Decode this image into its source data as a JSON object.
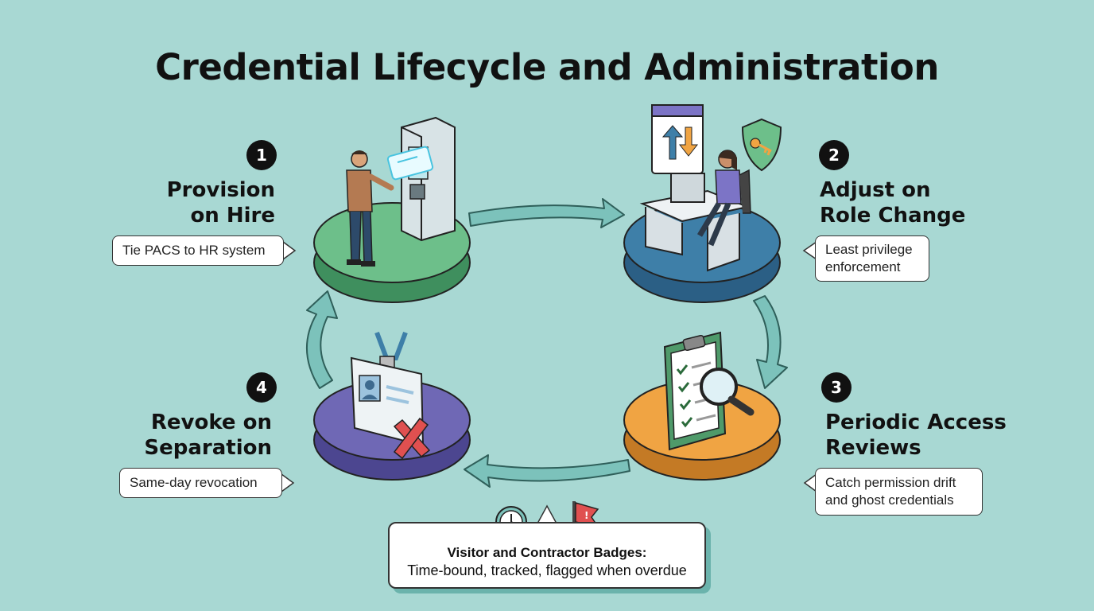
{
  "title": "Credential Lifecycle and Administration",
  "steps": [
    {
      "number": "1",
      "line1": "Provision",
      "line2": "on Hire",
      "callout": "Tie PACS to HR system",
      "color": "#6dbf8a"
    },
    {
      "number": "2",
      "line1": "Adjust on",
      "line2": "Role Change",
      "callout1": "Least privilege",
      "callout2": "enforcement",
      "color": "#3e7fa8"
    },
    {
      "number": "3",
      "line1": "Periodic Access",
      "line2": "Reviews",
      "callout1": "Catch permission drift",
      "callout2": "and ghost credentials",
      "color": "#f0a443"
    },
    {
      "number": "4",
      "line1": "Revoke on",
      "line2": "Separation",
      "callout": "Same-day revocation",
      "color": "#6f68b5"
    }
  ],
  "note": {
    "heading": "Visitor and Contractor Badges:",
    "body": "Time-bound, tracked, flagged when overdue"
  },
  "icons": [
    "person-icon",
    "kiosk-icon",
    "badge-card-icon",
    "arrows-screen-icon",
    "shield-key-icon",
    "desk-worker-icon",
    "clipboard-checklist-icon",
    "magnifier-icon",
    "id-badge-icon",
    "red-x-icon",
    "clock-icon",
    "flag-icon"
  ]
}
